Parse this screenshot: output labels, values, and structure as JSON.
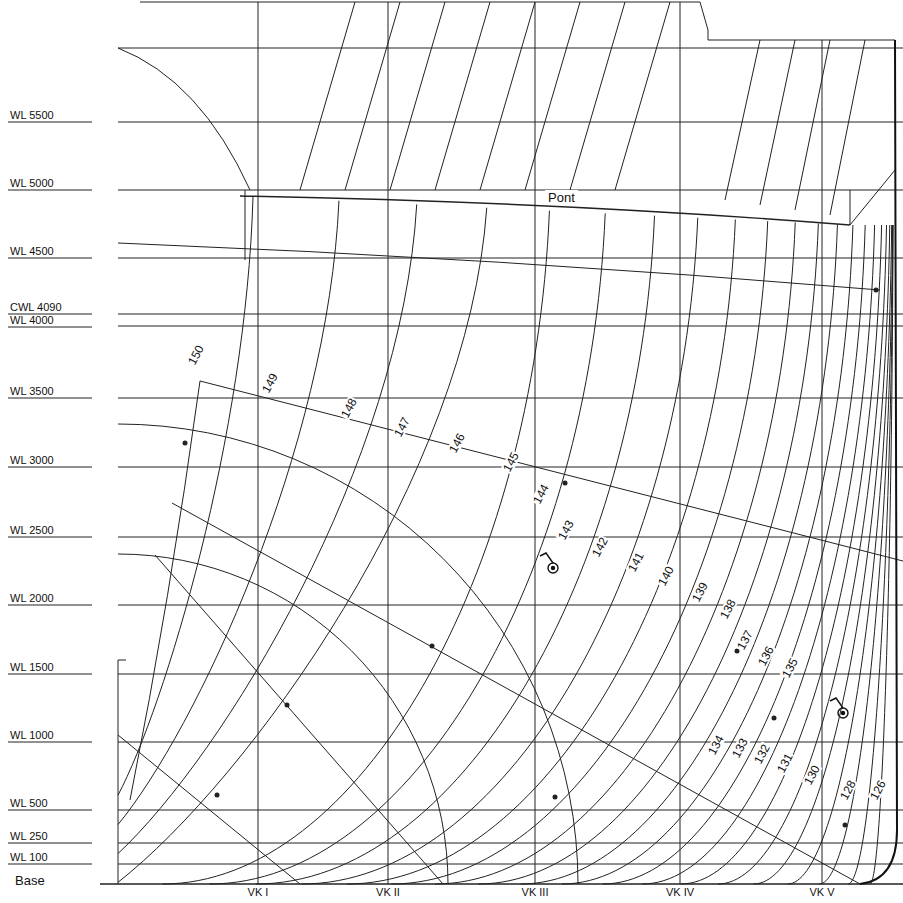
{
  "diagram": {
    "labels": [
      "WL 5500",
      "WL 5000",
      "WL 4500",
      "CWL 4090",
      "WL 4000",
      "WL 3500",
      "WL 3000",
      "WL 2500",
      "WL 2000",
      "WL 1500",
      "WL 1000",
      "WL 500",
      "WL 250",
      "WL 100",
      "Base",
      "Pont",
      "150",
      "149",
      "148",
      "147",
      "146",
      "145",
      "144",
      "143",
      "142",
      "141",
      "140",
      "139",
      "138",
      "137",
      "136",
      "135",
      "134",
      "133",
      "132",
      "131",
      "130",
      "128",
      "126",
      "VK I",
      "VK II",
      "VK III",
      "VK IV",
      "VK V"
    ]
  }
}
